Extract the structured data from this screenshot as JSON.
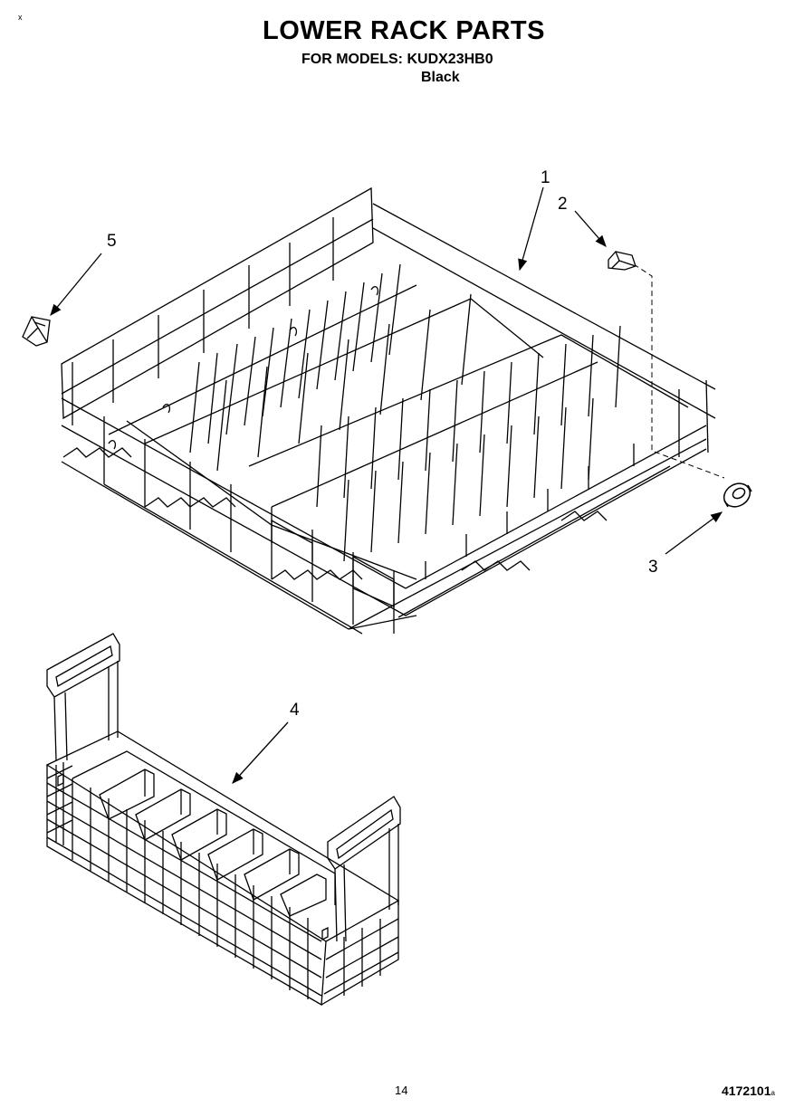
{
  "header": {
    "corner_mark": "x",
    "title": "LOWER RACK PARTS",
    "models_prefix": "FOR MODELS:",
    "model_number": "KUDX23HB0",
    "variant": "Black"
  },
  "callouts": {
    "rack": "1",
    "roller_clip": "2",
    "wheel": "3",
    "silverware_basket": "4",
    "clip": "5"
  },
  "footer": {
    "page_number": "14",
    "document_number": "4172101",
    "document_suffix": "a"
  }
}
